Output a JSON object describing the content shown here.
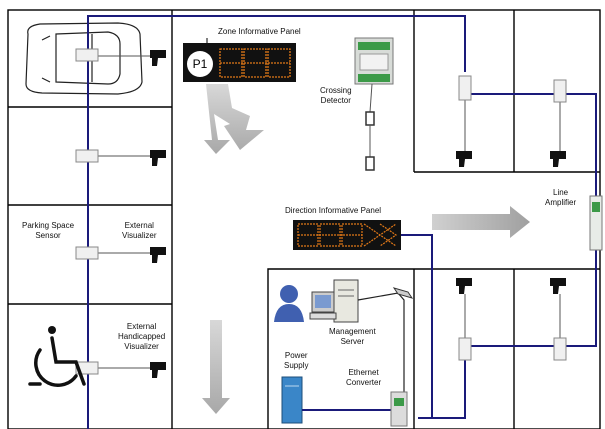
{
  "labels": {
    "zone_panel": "Zone Informative Panel",
    "zone_id": "P1",
    "crossing_detector": [
      "Crossing",
      "Detector"
    ],
    "line_amplifier": [
      "Line",
      "Amplifier"
    ],
    "direction_panel": "Direction Informative Panel",
    "parking_space_sensor": [
      "Parking Space",
      "Sensor"
    ],
    "external_visualizer": [
      "External",
      "Visualizer"
    ],
    "external_handicapped_visualizer": [
      "External",
      "Handicapped",
      "Visualizer"
    ],
    "management_server": [
      "Management",
      "Server"
    ],
    "power_supply": [
      "Power",
      "Supply"
    ],
    "ethernet_converter": [
      "Ethernet",
      "Converter"
    ]
  },
  "colors": {
    "bus_line": "#1a1a7a",
    "grid_line": "#000000",
    "led_digit": "#e07818",
    "arrow": "#b8b8b8",
    "power_supply": "#3a86c8",
    "visualizer": "#111111"
  }
}
